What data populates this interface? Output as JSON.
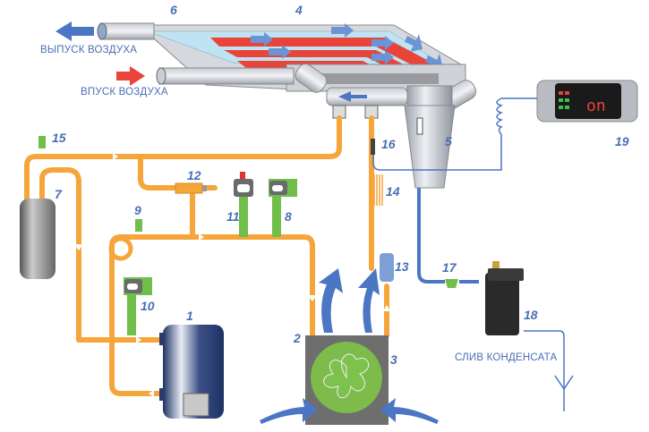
{
  "labels": {
    "air_out": "ВЫПУСК ВОЗДУХА",
    "air_in": "ВПУСК ВОЗДУХА",
    "condensate_drain": "СЛИВ КОНДЕНСАТА"
  },
  "controller": {
    "display": "on"
  },
  "components": [
    {
      "id": "1",
      "name": "receiver-tank"
    },
    {
      "id": "2",
      "name": "condenser-inlet"
    },
    {
      "id": "3",
      "name": "condenser-fan-unit"
    },
    {
      "id": "4",
      "name": "heat-exchanger"
    },
    {
      "id": "5",
      "name": "moisture-separator"
    },
    {
      "id": "6",
      "name": "air-air-exchanger"
    },
    {
      "id": "7",
      "name": "liquid-separator"
    },
    {
      "id": "8",
      "name": "pressure-switch-8"
    },
    {
      "id": "9",
      "name": "service-valve-9"
    },
    {
      "id": "10",
      "name": "pressure-switch-10"
    },
    {
      "id": "11",
      "name": "pressure-switch-11"
    },
    {
      "id": "12",
      "name": "bypass-valve"
    },
    {
      "id": "13",
      "name": "filter-dryer"
    },
    {
      "id": "14",
      "name": "capillary-tube"
    },
    {
      "id": "15",
      "name": "service-valve-15"
    },
    {
      "id": "16",
      "name": "temperature-sensor"
    },
    {
      "id": "17",
      "name": "strainer"
    },
    {
      "id": "18",
      "name": "condensate-drain-valve"
    },
    {
      "id": "19",
      "name": "controller"
    }
  ],
  "colors": {
    "refrigerant": "#f5a53a",
    "air_condensate": "#4a76c4",
    "hot": "#e8443a",
    "green": "#6fbf4a",
    "label": "#4a6fb5"
  }
}
